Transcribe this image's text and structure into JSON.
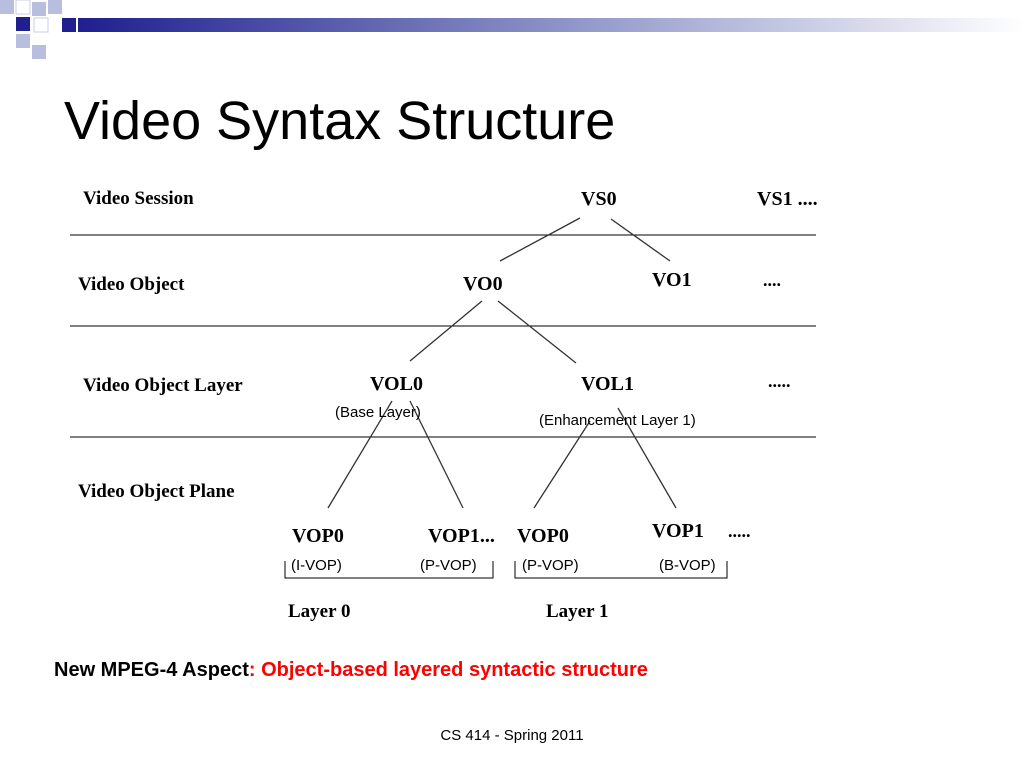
{
  "slide": {
    "title": "Video Syntax Structure",
    "accent_colors": {
      "dark_blue": "#1f1f8f",
      "light_blue": "#b8bedd",
      "highlight_red": "#ff0000"
    },
    "footer": "CS 414 - Spring 2011"
  },
  "diagram": {
    "levels": {
      "session": "Video Session",
      "object": "Video Object",
      "layer": "Video Object Layer",
      "plane": "Video Object Plane"
    },
    "nodes": {
      "vs0": "VS0",
      "vs1": "VS1 ....",
      "vo0": "VO0",
      "vo1": "VO1",
      "vo_more": "....",
      "vol0": "VOL0",
      "vol1": "VOL1",
      "vol_more": ".....",
      "vop0_a": "VOP0",
      "vop1_a": "VOP1...",
      "vop0_b": "VOP0",
      "vop1_b": "VOP1",
      "vop_more": "....."
    },
    "annotations": {
      "base_layer": "(Base Layer)",
      "enhancement_layer": "(Enhancement Layer 1)",
      "i_vop": "(I-VOP)",
      "p_vop_1": "(P-VOP)",
      "p_vop_2": "(P-VOP)",
      "b_vop": "(B-VOP)"
    },
    "layer_labels": {
      "layer0": "Layer 0",
      "layer1": "Layer 1"
    }
  },
  "caption": {
    "prefix": "New MPEG-4 Aspect",
    "highlight": ": Object-based layered syntactic structure"
  }
}
